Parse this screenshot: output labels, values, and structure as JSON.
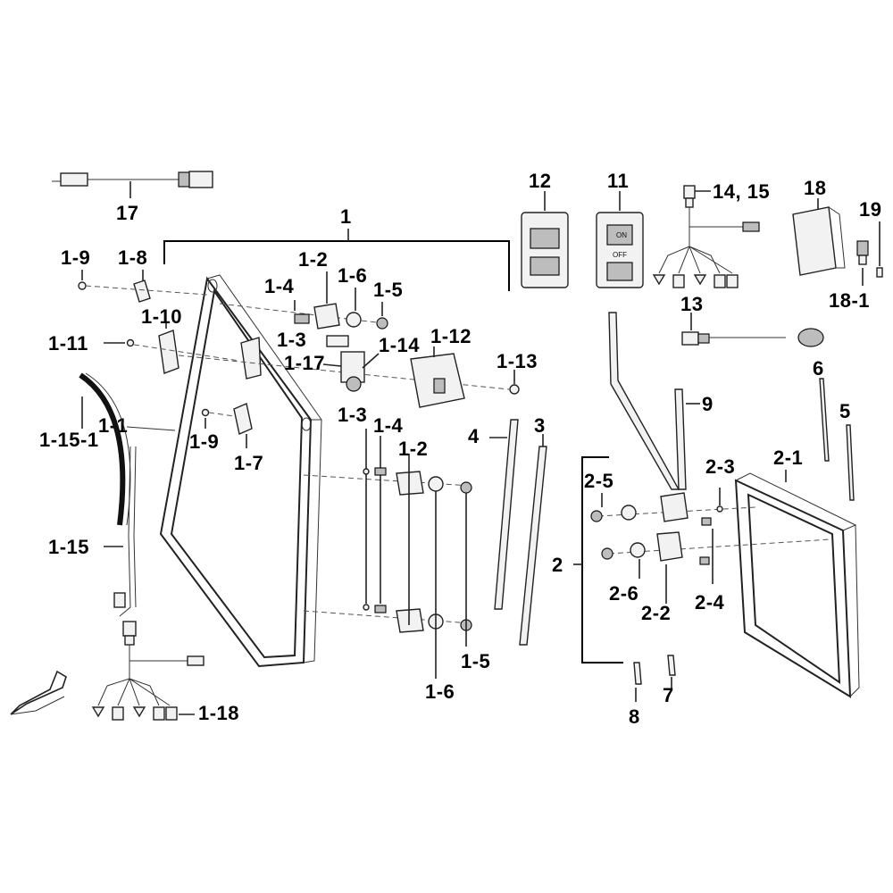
{
  "labels": {
    "l1": "1",
    "l1_1": "1-1",
    "l1_2a": "1-2",
    "l1_2b": "1-2",
    "l1_3a": "1-3",
    "l1_3b": "1-3",
    "l1_4a": "1-4",
    "l1_4b": "1-4",
    "l1_5a": "1-5",
    "l1_5b": "1-5",
    "l1_6a": "1-6",
    "l1_6b": "1-6",
    "l1_7": "1-7",
    "l1_8": "1-8",
    "l1_9a": "1-9",
    "l1_9b": "1-9",
    "l1_10": "1-10",
    "l1_11": "1-11",
    "l1_12": "1-12",
    "l1_13": "1-13",
    "l1_14": "1-14",
    "l1_15": "1-15",
    "l1_15_1": "1-15-1",
    "l1_17": "1-17",
    "l1_18": "1-18",
    "l2": "2",
    "l2_1": "2-1",
    "l2_2": "2-2",
    "l2_3": "2-3",
    "l2_4": "2-4",
    "l2_5": "2-5",
    "l2_6": "2-6",
    "l3": "3",
    "l4": "4",
    "l5": "5",
    "l6": "6",
    "l7": "7",
    "l8": "8",
    "l9": "9",
    "l11": "11",
    "l12": "12",
    "l13": "13",
    "l14_15": "14, 15",
    "l17": "17",
    "l18": "18",
    "l18_1": "18-1",
    "l19": "19"
  },
  "switch_text": {
    "sw11_on": "ON",
    "sw11_off": "OFF"
  }
}
